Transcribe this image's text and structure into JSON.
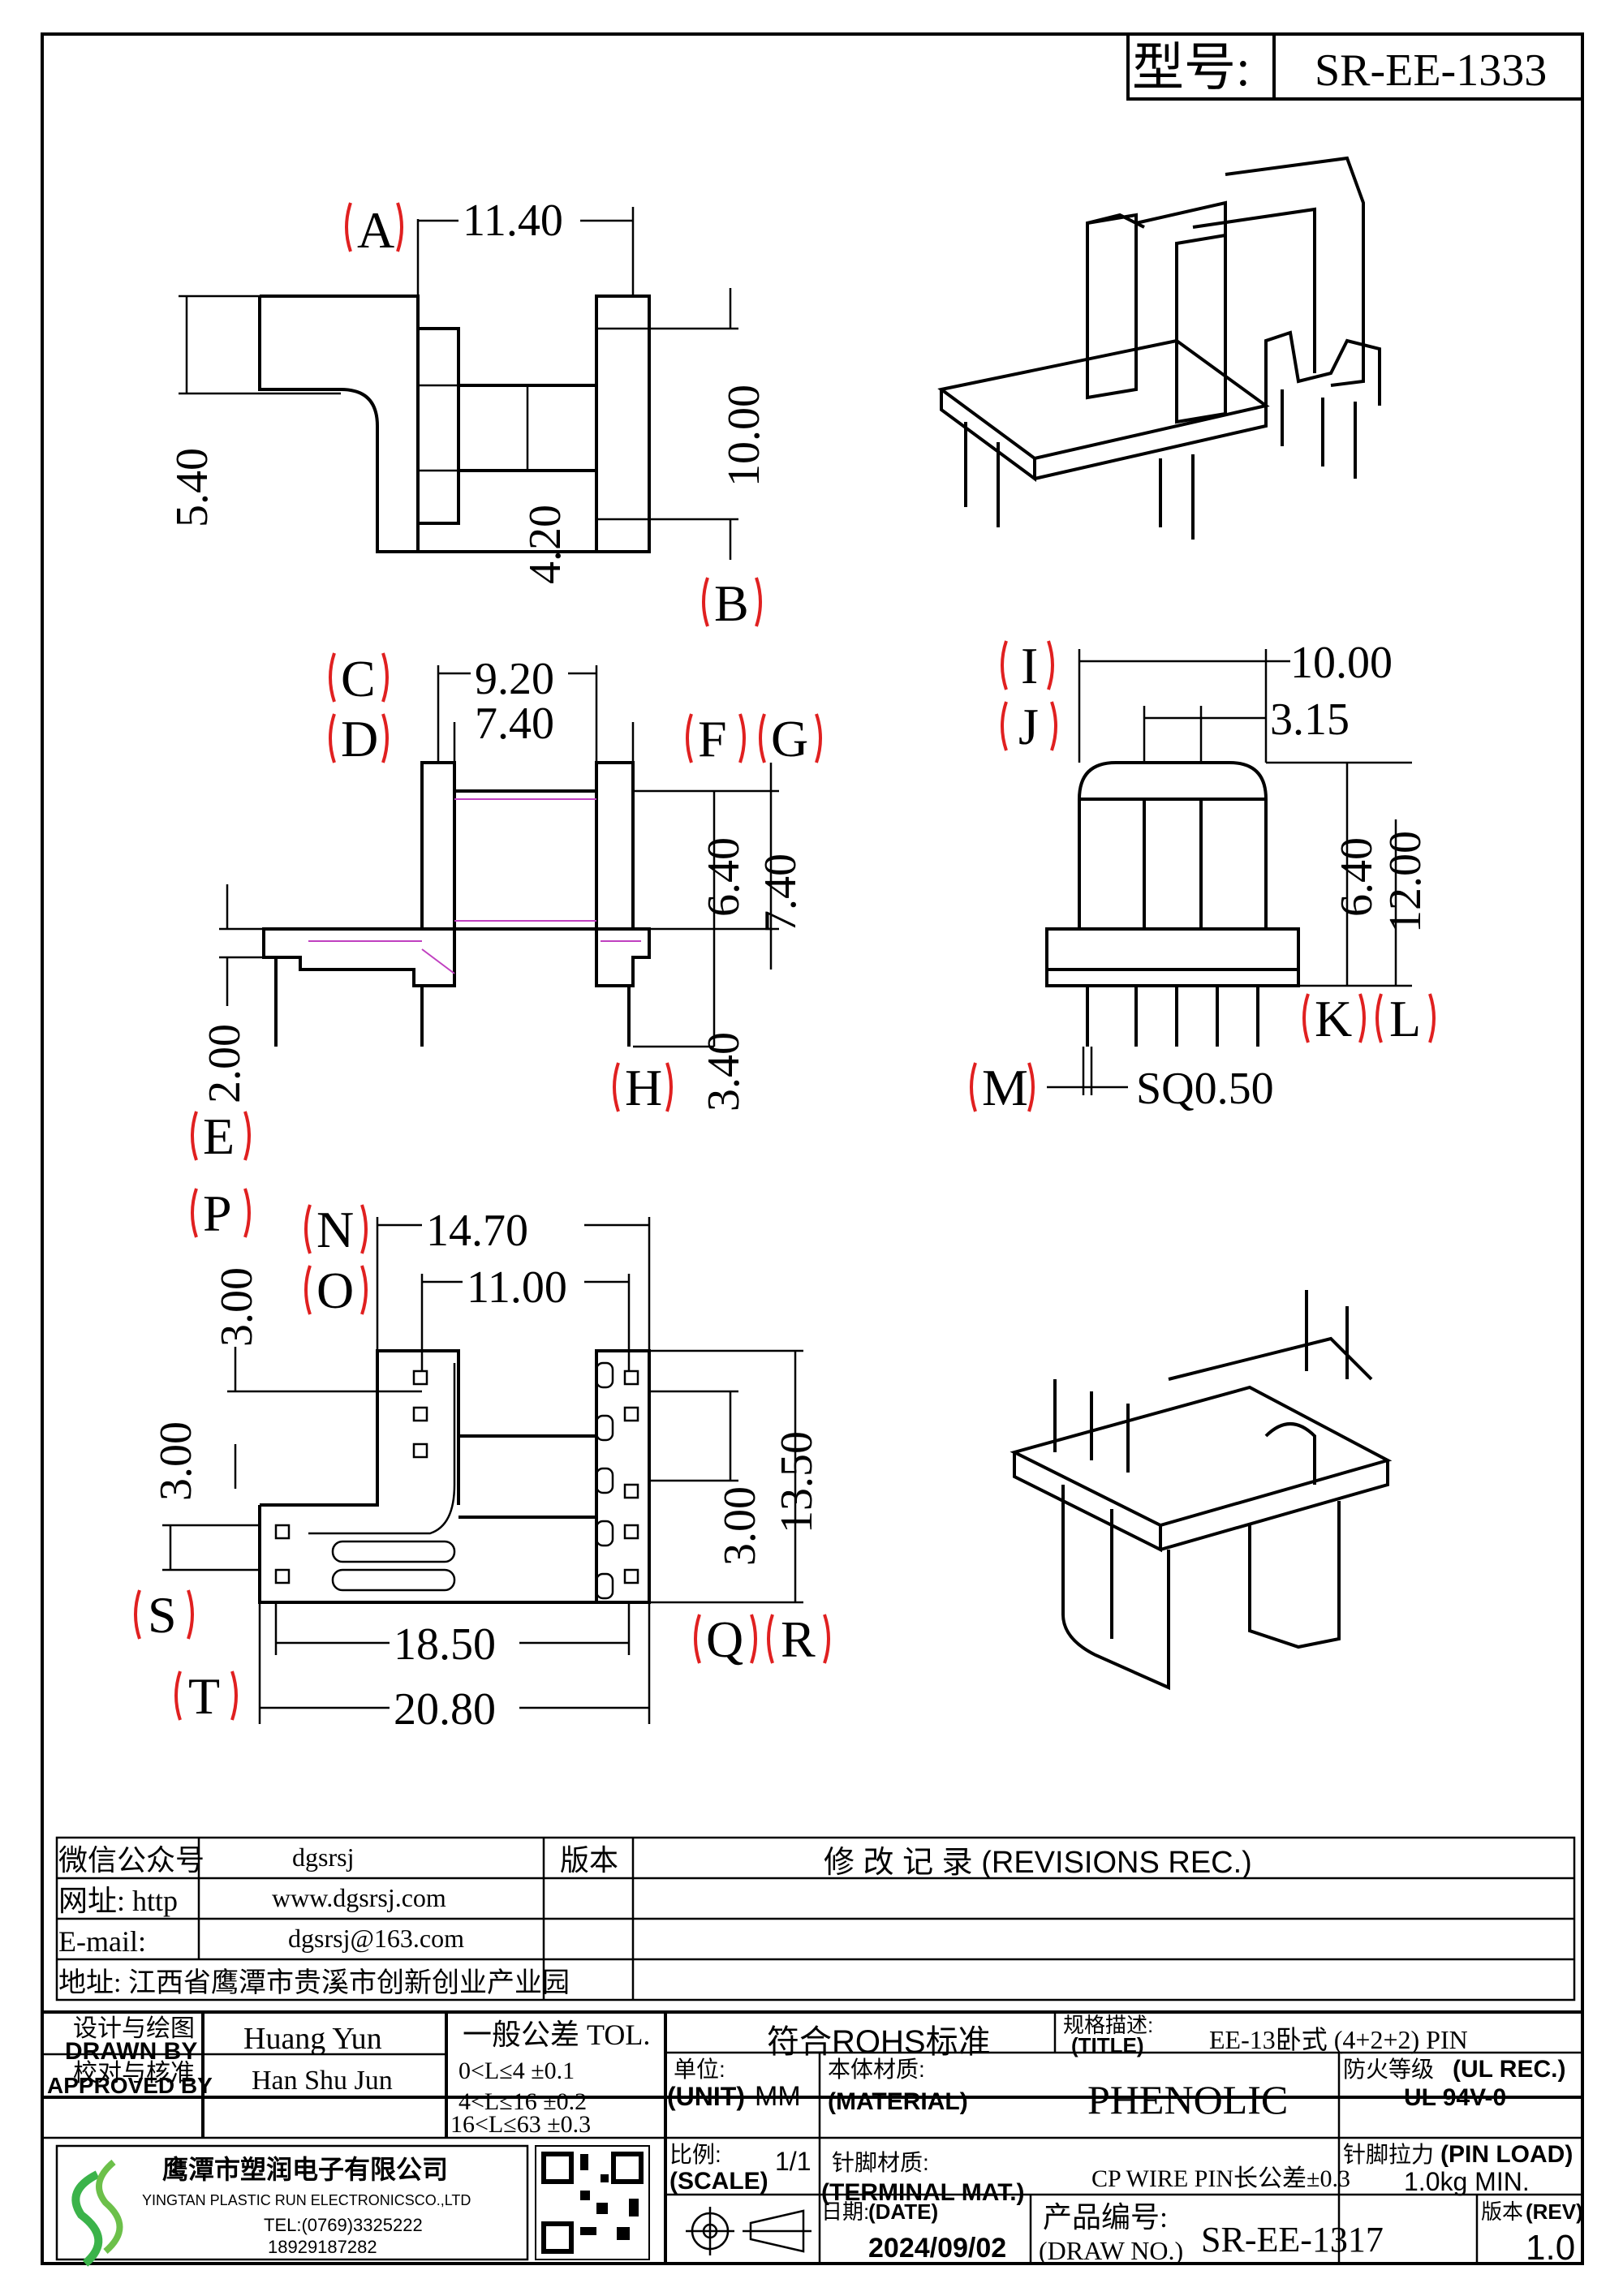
{
  "header": {
    "model_label": "型号:",
    "model_value": "SR-EE-1333"
  },
  "dimensions": {
    "top_view": {
      "A": "11.40",
      "h1": "5.40",
      "h2": "4.20",
      "h3": "10.00"
    },
    "front_view": {
      "C": "9.20",
      "D": "7.40",
      "FG1": "6.40",
      "FG2": "7.40",
      "E": "2.00",
      "H": "3.40"
    },
    "side_view": {
      "I": "10.00",
      "J": "3.15",
      "KL1": "6.40",
      "KL2": "12.00",
      "M": "SQ0.50"
    },
    "bottom_view": {
      "N": "14.70",
      "O": "11.00",
      "P": "3.00",
      "S": "3.00",
      "Q1": "3.00",
      "R": "13.50",
      "S2": "18.50",
      "T": "20.80"
    }
  },
  "labels": [
    "A",
    "B",
    "C",
    "D",
    "E",
    "F",
    "G",
    "H",
    "I",
    "J",
    "K",
    "L",
    "M",
    "N",
    "O",
    "P",
    "Q",
    "R",
    "S",
    "T"
  ],
  "info_block": {
    "wechat_label": "微信公众号",
    "wechat_value": "dgsrsj",
    "web_label": "网址: http",
    "web_value": "www.dgsrsj.com",
    "email_label": "E-mail:",
    "email_value": "dgsrsj@163.com",
    "address": "地址: 江西省鹰潭市贵溪市创新创业产业园",
    "version_label": "版本",
    "revisions_label": "修 改 记 录  (REVISIONS REC.)"
  },
  "title_block": {
    "drawn_cn": "设计与绘图",
    "drawn_en": "DRAWN BY",
    "drawn_name": "Huang  Yun",
    "approved_cn": "校对与核准",
    "approved_en": "APPROVED BY",
    "approved_name": "Han Shu Jun",
    "tol_title": "一般公差 TOL.",
    "tol_rows": [
      "0<L≤4    ±0.1",
      "4<L≤16  ±0.2",
      "16<L≤63 ±0.3"
    ],
    "rohs": "符合ROHS标准",
    "title_cn": "规格描述:",
    "title_en": "(TITLE)",
    "title_value": "EE-13卧式 (4+2+2) PIN",
    "unit_cn": "单位:",
    "unit_en": "(UNIT)",
    "unit_value": "MM",
    "material_cn": "本体材质:",
    "material_en": "(MATERIAL)",
    "material_value": "PHENOLIC",
    "fire_cn": "防火等级",
    "fire_en": "(UL REC.)",
    "fire_value": "UL 94V-0",
    "scale_cn": "比例:",
    "scale_en": "(SCALE)",
    "scale_value": "1/1",
    "terminal_cn": "针脚材质:",
    "terminal_en": "(TERMINAL MAT.)",
    "terminal_value": "CP WIRE  PIN长公差±0.3",
    "pinload_cn": "针脚拉力",
    "pinload_en": "(PIN LOAD)",
    "pinload_value": "1.0kg MIN.",
    "date_cn": "日期:",
    "date_en": "(DATE)",
    "date_value": "2024/09/02",
    "drawno_cn": "产品编号:",
    "drawno_en": "(DRAW NO.)",
    "drawno_value": "SR-EE-1317",
    "rev_cn": "版本",
    "rev_en": "(REV)",
    "rev_value": "1.0",
    "company_cn": "鹰潭市塑润电子有限公司",
    "company_en": "YINGTAN PLASTIC RUN ELECTRONICSCO.,LTD",
    "tel": "TEL:(0769)3325222",
    "mobile": "18929187282"
  },
  "colors": {
    "line": "#000000",
    "bracket": "#e02020",
    "hidden": "#c040c0",
    "logo": "#3bb34a"
  }
}
